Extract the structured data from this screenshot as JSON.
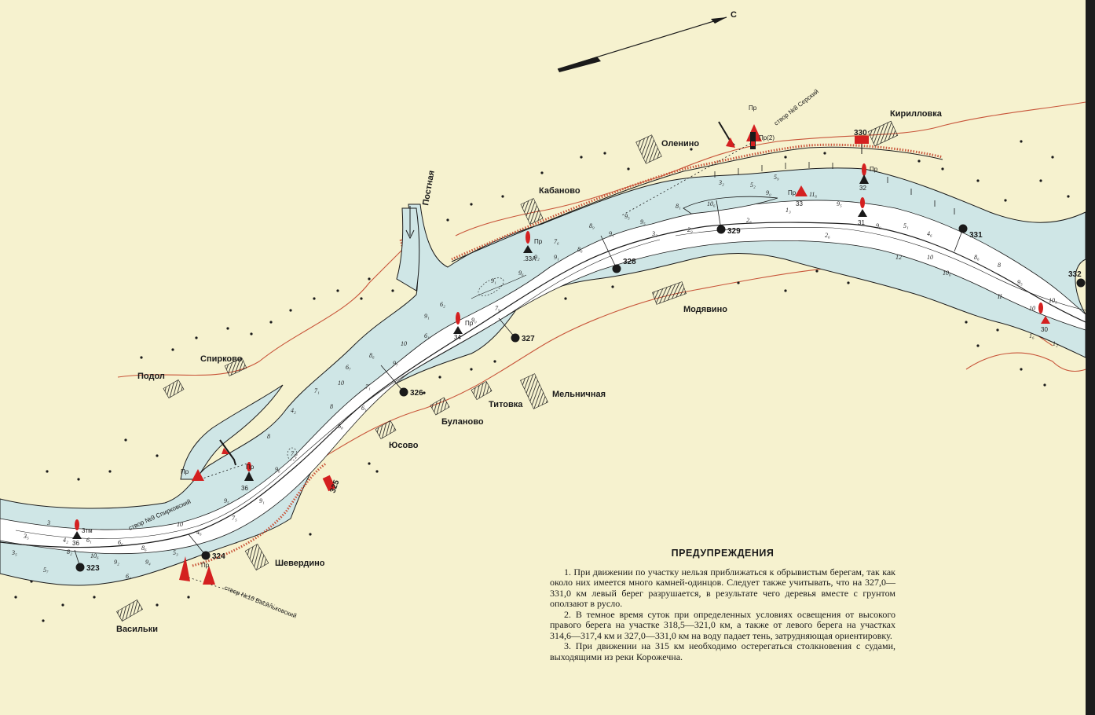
{
  "north_label": "С",
  "colors": {
    "paper": "#f6f2cf",
    "water": "#cfe6e6",
    "channel": "#ffffff",
    "shore": "#c8553a",
    "black": "#1a1a1a",
    "red": "#d42020"
  },
  "villages": [
    {
      "id": "kirillovka",
      "name": "Кирилловка"
    },
    {
      "id": "olenino",
      "name": "Оленино"
    },
    {
      "id": "kabanovo",
      "name": "Кабаново"
    },
    {
      "id": "modyavino",
      "name": "Модявино"
    },
    {
      "id": "melnichnaya",
      "name": "Мельничная"
    },
    {
      "id": "titovka",
      "name": "Титовка"
    },
    {
      "id": "bulanovo",
      "name": "Буланово"
    },
    {
      "id": "yusovo",
      "name": "Юсово"
    },
    {
      "id": "podol",
      "name": "Подол"
    },
    {
      "id": "spirkovo",
      "name": "Спирково"
    },
    {
      "id": "sheverdino",
      "name": "Шевердино"
    },
    {
      "id": "vasilki",
      "name": "Васильки"
    }
  ],
  "river_name": "Постная",
  "alignments": [
    {
      "id": "sersky",
      "label": "створ №8 Серский"
    },
    {
      "id": "spirkovsky",
      "label": "створ №9 Спирковский"
    },
    {
      "id": "vasilkovsky",
      "label": "створ №10 Васильковский"
    }
  ],
  "km_marks": [
    "323",
    "324",
    "325",
    "326",
    "327",
    "328",
    "329",
    "330",
    "331",
    "332"
  ],
  "buoy_labels": [
    "Пр",
    "Пр(2)",
    ".33А",
    "32",
    "33",
    "31",
    "34",
    "36",
    "36",
    "30",
    "3тм",
    "Пр"
  ],
  "warnings": {
    "title": "ПРЕДУПРЕЖДЕНИЯ",
    "items": [
      "1. При движении по участку нельзя приближаться к обрывистым берегам, так как около них имеется много камней-одинцов. Следует также учитывать, что на 327,0—331,0 км левый берег разрушается, в результате чего деревья вместе с грунтом оползают в русло.",
      "2. В темное время суток при определенных условиях освещения от высокого правого берега на участке 318,5—321,0 км, а также от левого берега на участках 314,6—317,4 км и 327,0—331,0 км на воду падает тень, затрудняющая ориентировку.",
      "3. При движении на 315 км необходимо остерегаться столкновения с судами, выходящими из реки Корожечна."
    ]
  }
}
